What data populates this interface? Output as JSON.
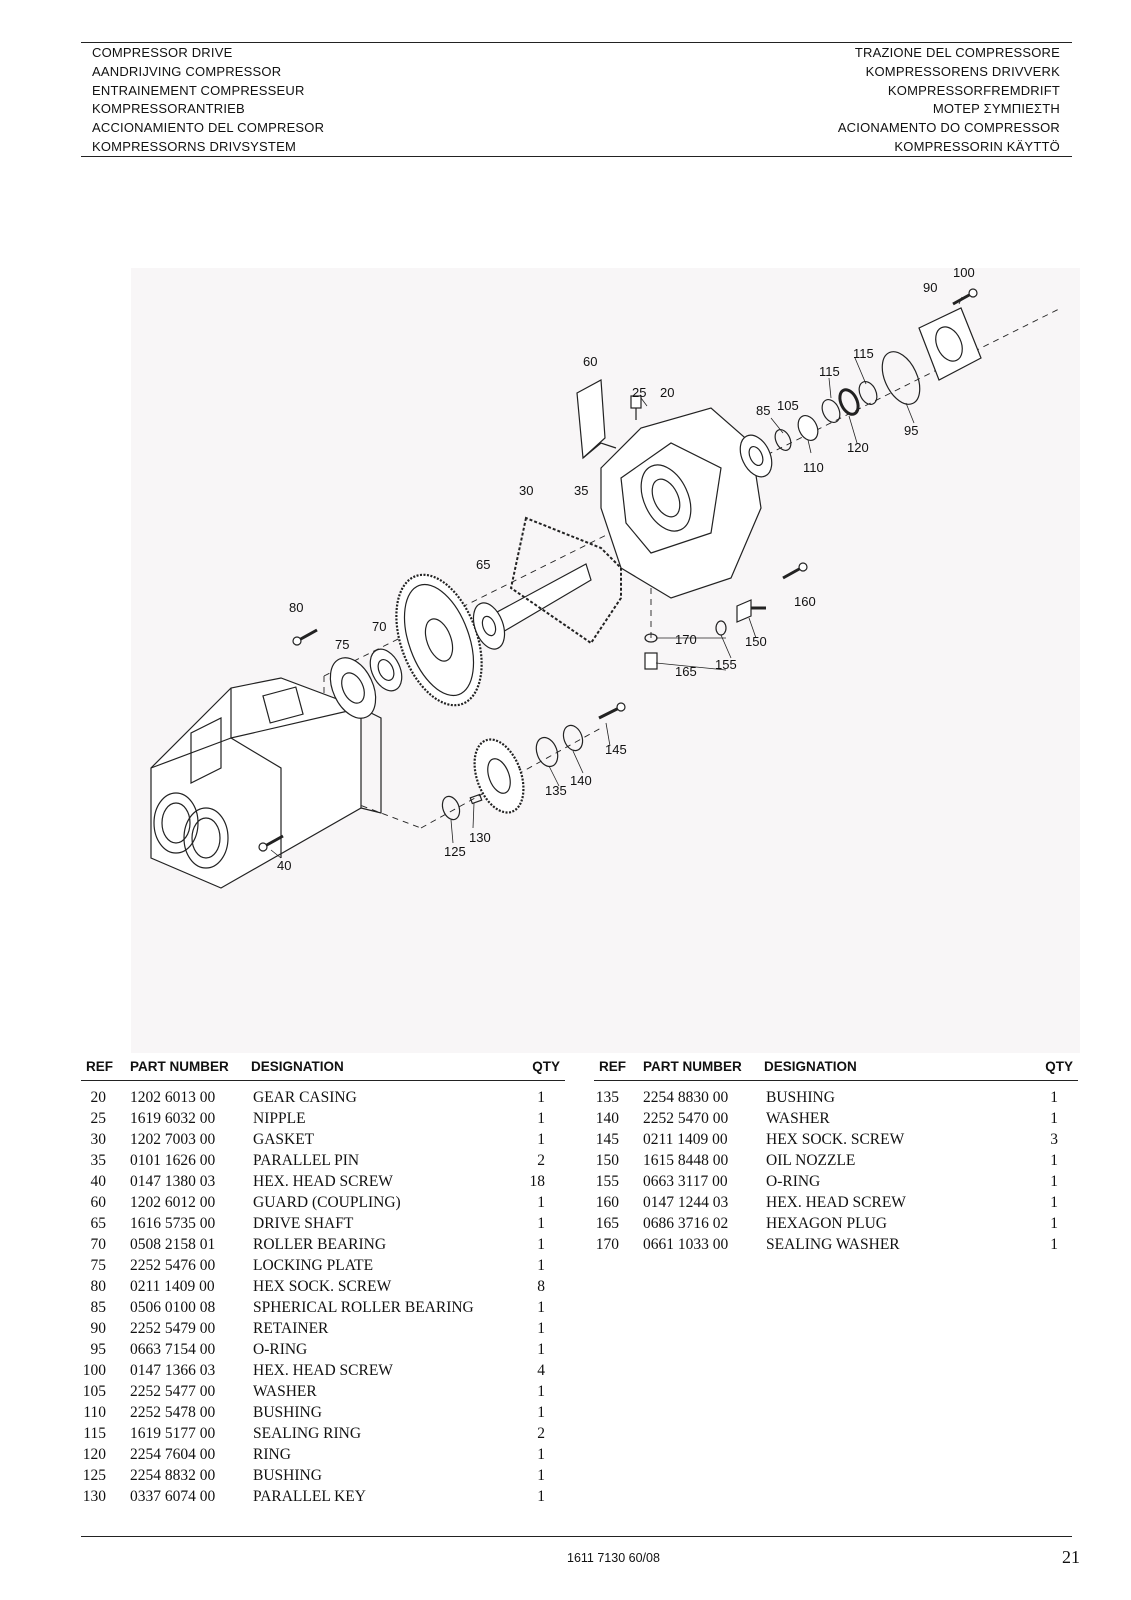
{
  "header": {
    "left": [
      "COMPRESSOR DRIVE",
      "AANDRIJVING COMPRESSOR",
      "ENTRAINEMENT COMPRESSEUR",
      "KOMPRESSORANTRIEB",
      "ACCIONAMIENTO DEL COMPRESOR",
      "KOMPRESSORNS DRIVSYSTEM"
    ],
    "right": [
      "TRAZIONE DEL COMPRESSORE",
      "KOMPRESSORENS DRIVVERK",
      "KOMPRESSORFREMDRIFT",
      "ΜΟΤΕΡ ΣΥΜΠΙΕΣΤΗ",
      "ACIONAMENTO DO COMPRESSOR",
      "KOMPRESSORIN KÄYTTÖ"
    ]
  },
  "callouts": [
    "100",
    "90",
    "115",
    "115",
    "60",
    "25",
    "20",
    "85",
    "105",
    "120",
    "95",
    "110",
    "30",
    "35",
    "65",
    "160",
    "80",
    "70",
    "75",
    "170",
    "150",
    "155",
    "165",
    "145",
    "140",
    "135",
    "130",
    "125",
    "40"
  ],
  "table_headers": {
    "ref": "REF",
    "part_number": "PART NUMBER",
    "designation": "DESIGNATION",
    "qty": "QTY"
  },
  "table_left": [
    {
      "ref": "20",
      "pn": "1202 6013 00",
      "des": "GEAR CASING",
      "qty": "1"
    },
    {
      "ref": "25",
      "pn": "1619 6032 00",
      "des": "NIPPLE",
      "qty": "1"
    },
    {
      "ref": "30",
      "pn": "1202 7003 00",
      "des": "GASKET",
      "qty": "1"
    },
    {
      "ref": "35",
      "pn": "0101 1626 00",
      "des": "PARALLEL PIN",
      "qty": "2"
    },
    {
      "ref": "40",
      "pn": "0147 1380 03",
      "des": "HEX. HEAD SCREW",
      "qty": "18"
    },
    {
      "ref": "60",
      "pn": "1202 6012 00",
      "des": "GUARD (COUPLING)",
      "qty": "1"
    },
    {
      "ref": "65",
      "pn": "1616 5735 00",
      "des": "DRIVE SHAFT",
      "qty": "1"
    },
    {
      "ref": "70",
      "pn": "0508 2158 01",
      "des": "ROLLER BEARING",
      "qty": "1"
    },
    {
      "ref": "75",
      "pn": "2252 5476 00",
      "des": "LOCKING PLATE",
      "qty": "1"
    },
    {
      "ref": "80",
      "pn": "0211 1409 00",
      "des": "HEX SOCK. SCREW",
      "qty": "8"
    },
    {
      "ref": "85",
      "pn": "0506 0100 08",
      "des": "SPHERICAL ROLLER BEARING",
      "qty": "1"
    },
    {
      "ref": "90",
      "pn": "2252 5479 00",
      "des": "RETAINER",
      "qty": "1"
    },
    {
      "ref": "95",
      "pn": "0663 7154 00",
      "des": "O-RING",
      "qty": "1"
    },
    {
      "ref": "100",
      "pn": "0147 1366 03",
      "des": "HEX. HEAD SCREW",
      "qty": "4"
    },
    {
      "ref": "105",
      "pn": "2252 5477 00",
      "des": "WASHER",
      "qty": "1"
    },
    {
      "ref": "110",
      "pn": "2252 5478 00",
      "des": "BUSHING",
      "qty": "1"
    },
    {
      "ref": "115",
      "pn": "1619 5177 00",
      "des": "SEALING RING",
      "qty": "2"
    },
    {
      "ref": "120",
      "pn": "2254 7604 00",
      "des": "RING",
      "qty": "1"
    },
    {
      "ref": "125",
      "pn": "2254 8832 00",
      "des": "BUSHING",
      "qty": "1"
    },
    {
      "ref": "130",
      "pn": "0337 6074 00",
      "des": "PARALLEL KEY",
      "qty": "1"
    }
  ],
  "table_right": [
    {
      "ref": "135",
      "pn": "2254 8830 00",
      "des": "BUSHING",
      "qty": "1"
    },
    {
      "ref": "140",
      "pn": "2252 5470 00",
      "des": "WASHER",
      "qty": "1"
    },
    {
      "ref": "145",
      "pn": "0211 1409 00",
      "des": "HEX SOCK. SCREW",
      "qty": "3"
    },
    {
      "ref": "150",
      "pn": "1615 8448 00",
      "des": "OIL NOZZLE",
      "qty": "1"
    },
    {
      "ref": "155",
      "pn": "0663 3117 00",
      "des": "O-RING",
      "qty": "1"
    },
    {
      "ref": "160",
      "pn": "0147 1244 03",
      "des": "HEX. HEAD SCREW",
      "qty": "1"
    },
    {
      "ref": "165",
      "pn": "0686 3716 02",
      "des": "HEXAGON PLUG",
      "qty": "1"
    },
    {
      "ref": "170",
      "pn": "0661 1033 00",
      "des": "SEALING WASHER",
      "qty": "1"
    }
  ],
  "footer": {
    "doc_number": "1611 7130 60/08",
    "page": "21"
  }
}
